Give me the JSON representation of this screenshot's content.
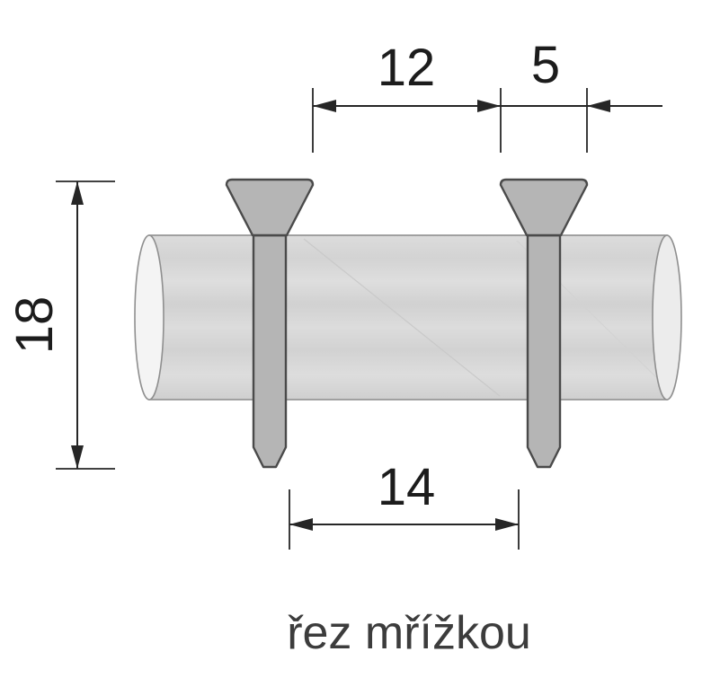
{
  "colors": {
    "line": "#262626",
    "text": "#1c1c1c",
    "caption": "#3c3c3c",
    "bar-fill": "#d8d8d8",
    "bar-stroke": "#8f8f8f",
    "pin-fill": "#b5b5b5",
    "pin-stroke": "#4a4a4a"
  },
  "dimensions": {
    "head_spacing": "12",
    "head_width": "5",
    "overall_height": "18",
    "stem_spacing": "14"
  },
  "caption": "řez mřížkou"
}
